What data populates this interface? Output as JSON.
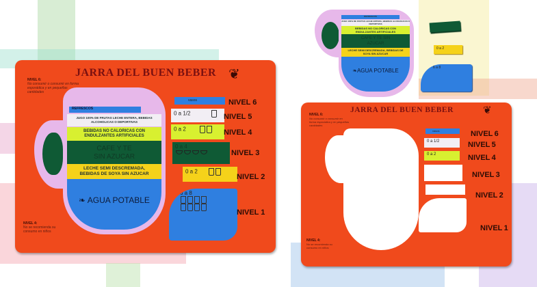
{
  "board_title": "JARRA DEL BUEN BEBER",
  "note_top": {
    "heading": "NIVEL 6:",
    "text": "No consumir o consumir en forma esporádica y en pequeñas cantidades"
  },
  "note_bottom": {
    "heading": "NIVEL 4:",
    "text": "No se recomienda su consumo en niños"
  },
  "jug_bands": {
    "refrescos": "REFRESCOS",
    "jugo": "JUGO 100% DE FRUTAS LECHE ENTERA, BEBIDAS ALCOHOLICAS O DEPORTIVAS",
    "no_caloricas": "BEBIDAS NO CALORICAS CON ENDULZANTES ARTIFICIALES",
    "cafe": "CAFE Y TE SIN AZUCAR",
    "leche": "LECHE SEMI DESCREMADA, BEBIDAS DE SOYA SIN AZUCAR",
    "agua": "AGUA POTABLE"
  },
  "levels": [
    {
      "label": "NIVEL",
      "num": "6",
      "portion": "vasos",
      "color": "#2f7fe0"
    },
    {
      "label": "NIVEL",
      "num": "5",
      "portion": "0 a 1/2",
      "color": "#f2eef4"
    },
    {
      "label": "NIVEL",
      "num": "4",
      "portion": "0 a 2",
      "color": "#d8f030"
    },
    {
      "label": "NIVEL",
      "num": "3",
      "portion": "0 a 4",
      "color": "#0f5a35"
    },
    {
      "label": "NIVEL",
      "num": "2",
      "portion": "0 a 2",
      "color": "#f5d21a"
    },
    {
      "label": "NIVEL",
      "num": "1",
      "portion": "6 a 8",
      "color": "#2f7fe0"
    }
  ]
}
